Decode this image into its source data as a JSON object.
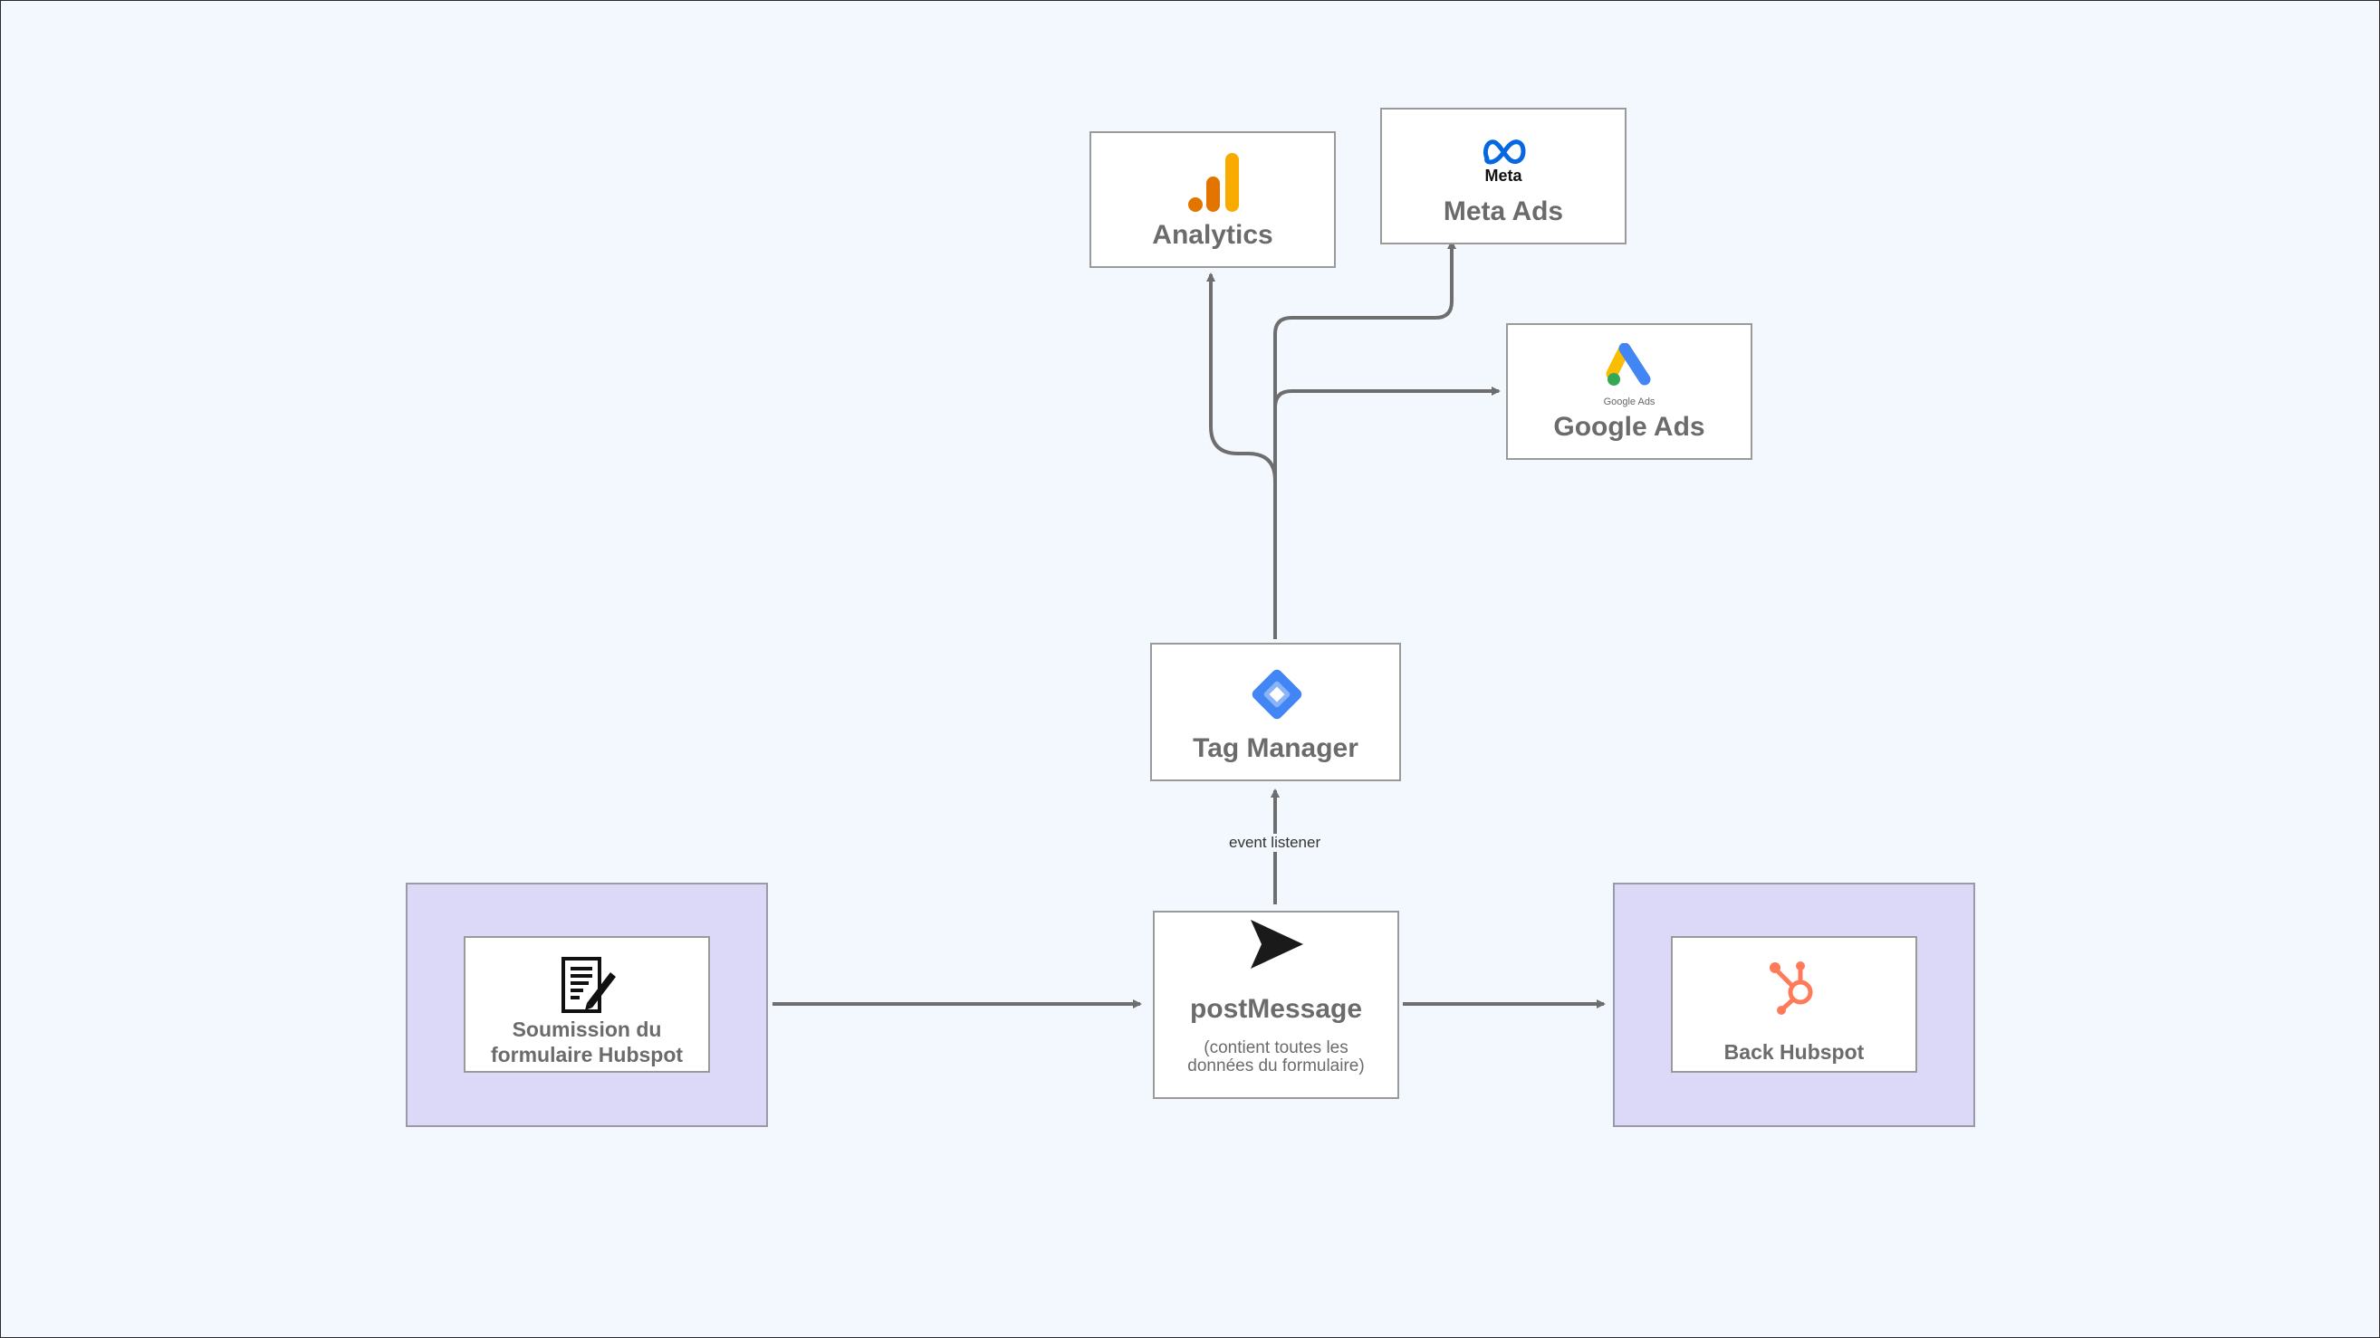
{
  "diagram": {
    "nodes": {
      "analytics": {
        "label": "Analytics",
        "icon": "google-analytics-icon"
      },
      "meta_ads": {
        "label": "Meta Ads",
        "logo_text": "Meta",
        "icon": "meta-logo-icon"
      },
      "google_ads": {
        "label": "Google Ads",
        "logo_text": "Google Ads",
        "icon": "google-ads-icon"
      },
      "tag_manager": {
        "label": "Tag Manager",
        "icon": "google-tag-manager-icon"
      },
      "form_submission": {
        "label_line1": "Soumission du",
        "label_line2": "formulaire Hubspot",
        "icon": "form-document-icon"
      },
      "post_message": {
        "label": "postMessage",
        "note_line1": "(contient toutes les",
        "note_line2": "données du formulaire)",
        "icon": "send-arrow-icon"
      },
      "back_hubspot": {
        "label": "Back Hubspot",
        "icon": "hubspot-icon"
      }
    },
    "edges": [
      {
        "from": "form_submission",
        "to": "post_message",
        "label": ""
      },
      {
        "from": "post_message",
        "to": "back_hubspot",
        "label": ""
      },
      {
        "from": "post_message",
        "to": "tag_manager",
        "label": "event listener"
      },
      {
        "from": "tag_manager",
        "to": "analytics",
        "label": ""
      },
      {
        "from": "tag_manager",
        "to": "meta_ads",
        "label": ""
      },
      {
        "from": "tag_manager",
        "to": "google_ads",
        "label": ""
      }
    ],
    "colors": {
      "background": "#f3f8fe",
      "group_fill": "#dcd8f8",
      "edge": "#6e6e6e",
      "analytics_orange": "#f9ab00",
      "analytics_dark_orange": "#e37400",
      "meta_blue": "#0668e1",
      "gtm_blue": "#4285f4",
      "hubspot_orange": "#ff7a59"
    }
  }
}
